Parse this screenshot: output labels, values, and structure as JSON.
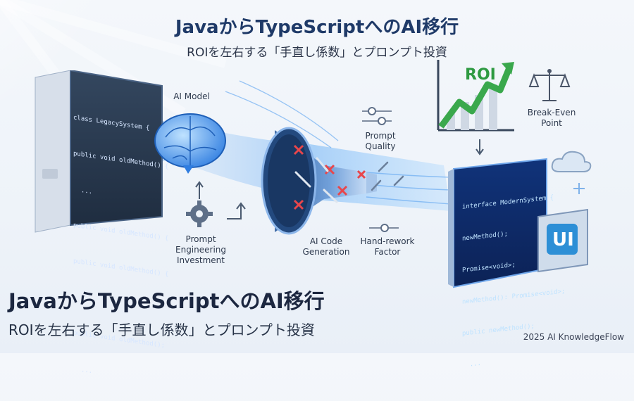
{
  "header": {
    "title": "JavaからTypeScriptへのAI移行",
    "subtitle": "ROIを左右する「手直し係数」とプロンプト投資"
  },
  "footer": {
    "title": "JavaからTypeScriptへのAI移行",
    "subtitle": "ROIを左右する「手直し係数」とプロンプト投資",
    "credit": "2025 AI KnowledgeFlow"
  },
  "labels": {
    "ai_model": "AI Model",
    "prompt_quality": "Prompt\nQuality",
    "prompt_investment": "Prompt\nEngineering\nInvestment",
    "ai_code_generation": "AI Code\nGeneration",
    "hand_rework": "Hand-rework\nFactor",
    "break_even": "Break-Even\nPoint",
    "roi": "ROI",
    "ui": "UI"
  },
  "legacy_code": {
    "lines": [
      "class LegacySystem {",
      "public void oldMethod() {",
      "  ...",
      "public void oldMethod() {",
      "public void oldMethod() {",
      "  ...",
      "public void oldMethod();",
      "  ..."
    ]
  },
  "modern_code": {
    "lines": [
      "interface ModernSystem {",
      "newMethod();",
      "Promise<void>;",
      "newMethod(): Promise<void>;",
      "public newMethod();",
      "  ..."
    ]
  },
  "colors": {
    "title": "#1f3a68",
    "roi_green": "#2e9a41",
    "accent_blue": "#3b7bd6"
  }
}
